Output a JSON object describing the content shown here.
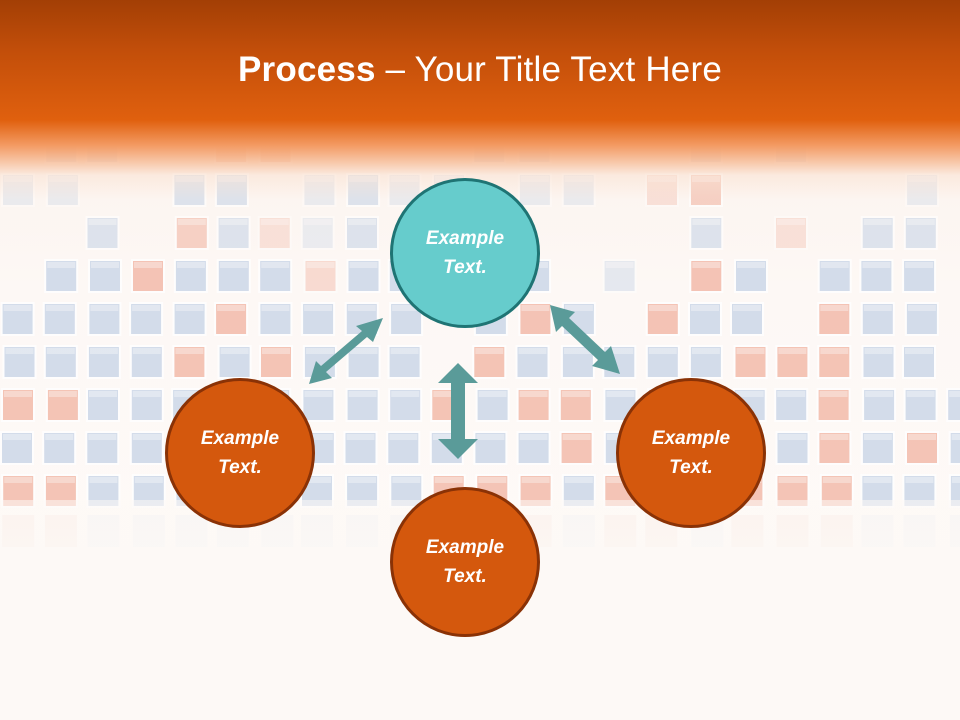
{
  "title": {
    "bold": "Process",
    "rest": " – Your Title Text Here"
  },
  "nodes": {
    "top": {
      "line1": "Example",
      "line2": "Text."
    },
    "left": {
      "line1": "Example",
      "line2": "Text."
    },
    "right": {
      "line1": "Example",
      "line2": "Text."
    },
    "bottom": {
      "line1": "Example",
      "line2": "Text."
    }
  },
  "colors": {
    "title_band": "#d4580d",
    "center_fill": "#66cccc",
    "center_border": "#1f7474",
    "node_fill": "#d4580d",
    "node_border": "#8a3206",
    "arrow": "#5a9b99",
    "cube_blue": "#c9d6e8",
    "cube_red": "#f2b7a6"
  }
}
